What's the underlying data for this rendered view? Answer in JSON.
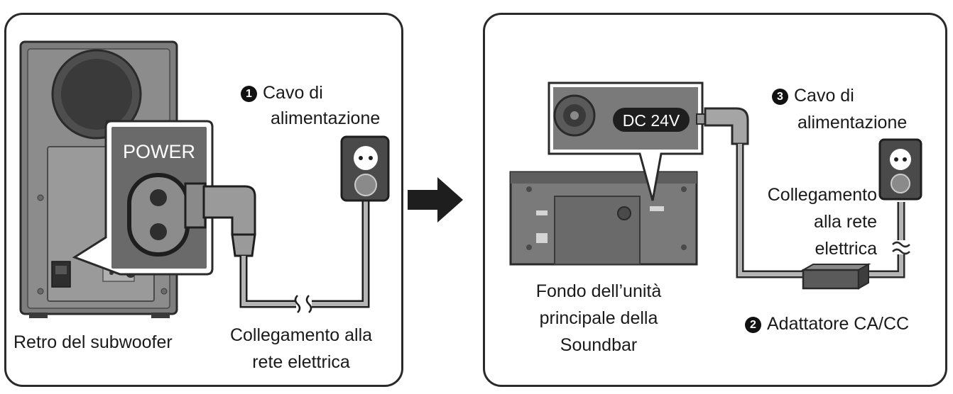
{
  "left_panel": {
    "power_label": "POWER",
    "step1_number": "1",
    "step1_line1": "Cavo di",
    "step1_line2": "alimentazione",
    "subwoofer_label": "Retro del subwoofer",
    "mains_line1": "Collegamento alla",
    "mains_line2": "rete elettrica"
  },
  "right_panel": {
    "dc_label": "DC 24V",
    "step3_number": "3",
    "step3_line1": "Cavo di",
    "step3_line2": "alimentazione",
    "mains_line1": "Collegamento",
    "mains_line2": "alla rete",
    "mains_line3": "elettrica",
    "soundbar_line1": "Fondo dell’unità",
    "soundbar_line2": "principale della",
    "soundbar_line3": "Soundbar",
    "step2_number": "2",
    "step2_label": "Adattatore CA/CC"
  }
}
